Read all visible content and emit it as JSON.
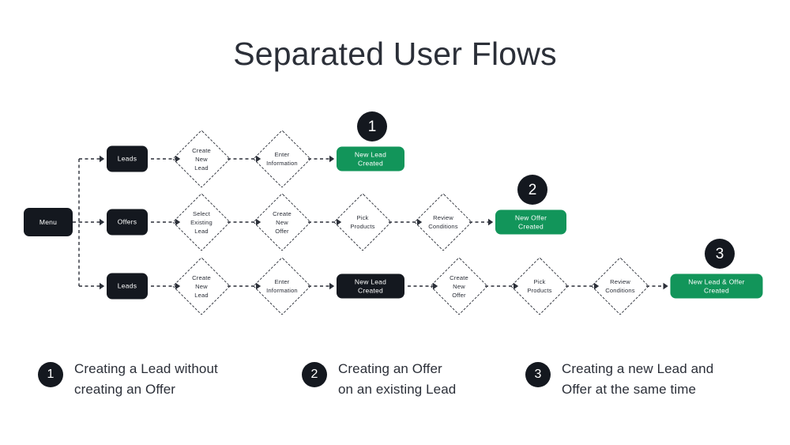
{
  "title": "Separated User Flows",
  "colors": {
    "background": "#ffffff",
    "dark_node": "#14181f",
    "green_node": "#12955a",
    "connector": "#2b2f38",
    "text": "#2b2f38"
  },
  "start_node": {
    "label": "Menu"
  },
  "flows": [
    {
      "badge": "1",
      "nodes": [
        {
          "label": "Leads",
          "type": "box-dark"
        },
        {
          "label": "Create\nNew\nLead",
          "type": "diamond"
        },
        {
          "label": "Enter\nInformation",
          "type": "diamond"
        },
        {
          "label": "New Lead Created",
          "type": "box-green"
        }
      ]
    },
    {
      "badge": "2",
      "nodes": [
        {
          "label": "Offers",
          "type": "box-dark"
        },
        {
          "label": "Select\nExisting\nLead",
          "type": "diamond"
        },
        {
          "label": "Create\nNew\nOffer",
          "type": "diamond"
        },
        {
          "label": "Pick\nProducts",
          "type": "diamond"
        },
        {
          "label": "Review\nConditions",
          "type": "diamond"
        },
        {
          "label": "New Offer Created",
          "type": "box-green"
        }
      ]
    },
    {
      "badge": "3",
      "nodes": [
        {
          "label": "Leads",
          "type": "box-dark"
        },
        {
          "label": "Create\nNew\nLead",
          "type": "diamond"
        },
        {
          "label": "Enter\nInformation",
          "type": "diamond"
        },
        {
          "label": "New Lead Created",
          "type": "box-dark"
        },
        {
          "label": "Create\nNew\nOffer",
          "type": "diamond"
        },
        {
          "label": "Pick\nProducts",
          "type": "diamond"
        },
        {
          "label": "Review\nConditions",
          "type": "diamond"
        },
        {
          "label": "New Lead & Offer Created",
          "type": "box-green"
        }
      ]
    }
  ],
  "legend": [
    {
      "badge": "1",
      "text": "Creating a Lead without\ncreating an Offer"
    },
    {
      "badge": "2",
      "text": "Creating an Offer\non an existing Lead"
    },
    {
      "badge": "3",
      "text": "Creating a new Lead and\nOffer at the same time"
    }
  ]
}
